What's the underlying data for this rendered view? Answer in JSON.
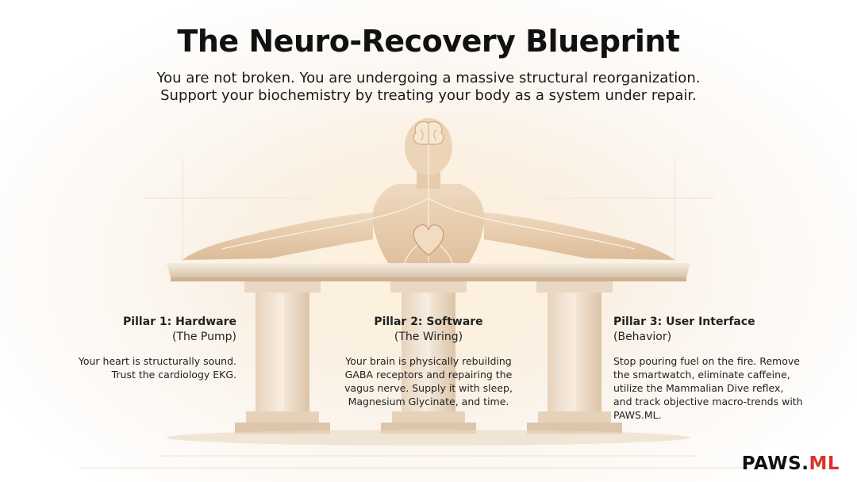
{
  "title": "The Neuro-Recovery Blueprint",
  "subtitle": {
    "line1": "You are not broken. You are undergoing a massive structural reorganization.",
    "line2": "Support your biochemistry by treating your body as a system under repair."
  },
  "pillars": [
    {
      "title": "Pillar 1: Hardware",
      "subtitle": "(The Pump)",
      "body": "Your heart is structurally sound. Trust the cardiology EKG."
    },
    {
      "title": "Pillar 2: Software",
      "subtitle": "(The Wiring)",
      "body": "Your brain is physically rebuilding GABA receptors and repairing the vagus nerve. Supply it with sleep, Magnesium Glycinate, and time."
    },
    {
      "title": "Pillar 3: User Interface",
      "subtitle": "(Behavior)",
      "body": "Stop pouring fuel on the fire. Remove the smartwatch, eliminate caffeine, utilize the Mammalian Dive reflex, and track objective macro-trends with PAWS.ML."
    }
  ],
  "brand": {
    "name": "PAWS.",
    "accent": "ML",
    "accent_color": "#d9342b"
  },
  "icons": [
    "brain-icon",
    "heart-icon",
    "human-figure",
    "pillar"
  ]
}
